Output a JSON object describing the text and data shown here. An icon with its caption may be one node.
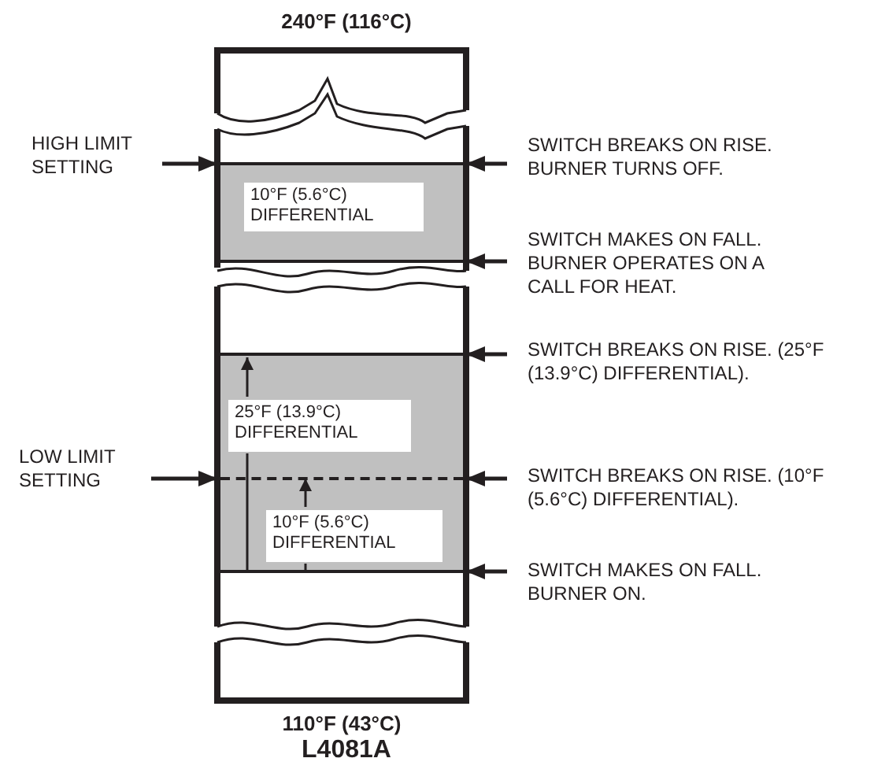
{
  "diagram": {
    "nodes": [
      {
        "text": [
          "HIGH LIMIT SETTING"
        ]
      },
      {
        "text": [
          "SWITCH BREAKS ON RISE. BURNER TURNS OFF."
        ]
      },
      {
        "text": [],
        "shape": "box"
      },
      {
        "text": [
          "10°F (5.6°C) DIFFERENTIAL"
        ],
        "in": 2
      },
      {
        "text": [
          "SWITCH MAKES ON FALL. BURNER OPERATES ON A CALL FOR HEAT."
        ]
      },
      {
        "text": [
          "SWITCH BREAKS ON RISE. (25°F (13.9°C) DIFFERENTIAL)."
        ]
      },
      {
        "text": [],
        "shape": "box"
      },
      {
        "text": [
          "25°F (13.9°C) DIFFERENTIAL"
        ],
        "in": 6
      },
      {
        "text": [
          "LOW LIMIT SETTING"
        ]
      },
      {
        "text": [
          "SWITCH BREAKS ON RISE. (10°F (5.6°C) DIFFERENTIAL)."
        ]
      },
      {
        "text": [
          "10°F (5.6°C) DIFFERENTIAL"
        ],
        "in": 6
      },
      {
        "text": [
          "SWITCH MAKES ON FALL. BURNER ON."
        ]
      },
      {
        "text": [],
        "shape": "line",
        "in": 6
      }
    ],
    "edges": [
      {
        "from": 0,
        "to": 2,
        "arrow": "to"
      },
      {
        "from": 1,
        "to": 2,
        "arrow": "to"
      },
      {
        "from": 4,
        "to": 2,
        "arrow": "to"
      },
      {
        "from": 5,
        "to": 6,
        "arrow": "to"
      },
      {
        "from": 8,
        "to": 12,
        "arrow": "to"
      },
      {
        "from": 9,
        "to": 12,
        "arrow": "to"
      },
      {
        "from": 11,
        "to": 6,
        "arrow": "to"
      },
      {
        "from": 7,
        "to": 6,
        "arrow": "to"
      },
      {
        "from": 10,
        "to": 12,
        "arrow": "to"
      }
    ],
    "labels": [
      "240°F (116°C)",
      "110°F (43°C)",
      "L4081A"
    ]
  }
}
